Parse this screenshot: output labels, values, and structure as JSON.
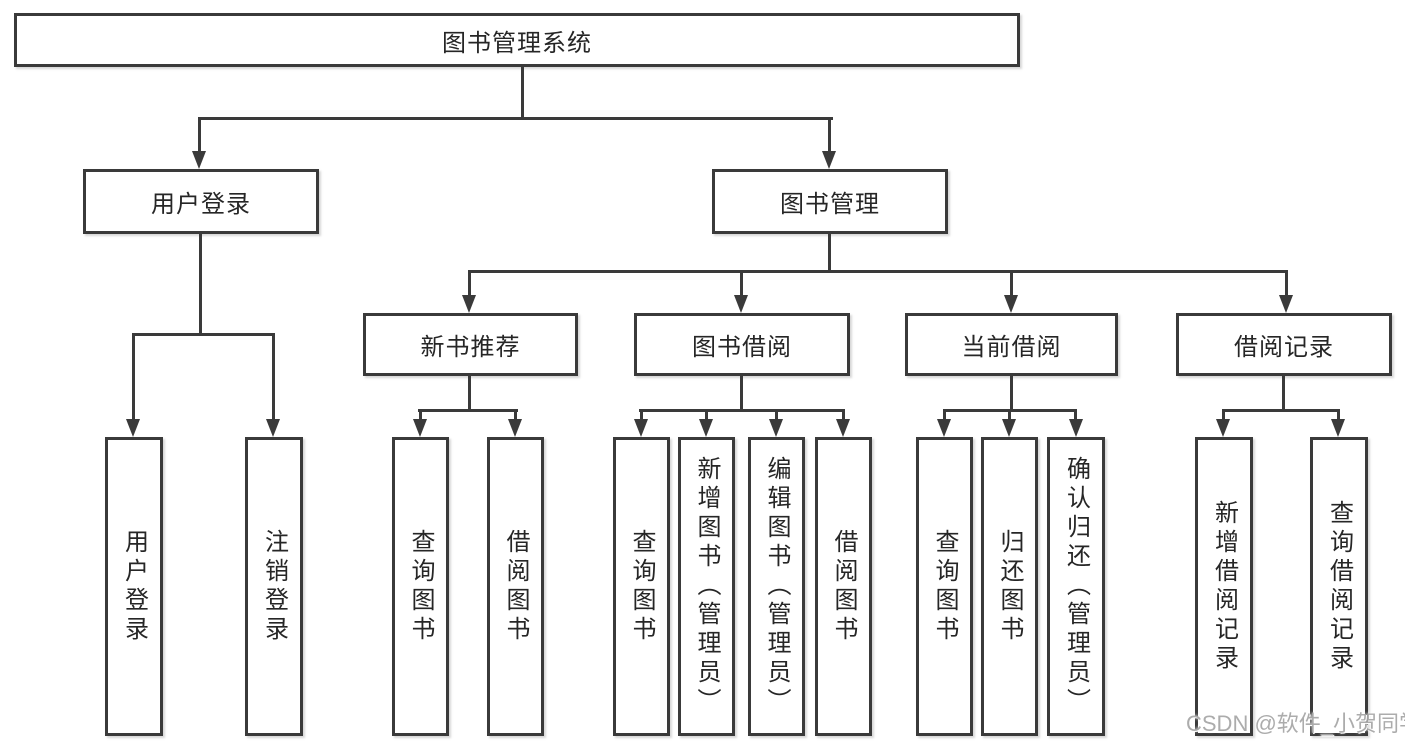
{
  "diagram": {
    "colors": {
      "line": "#3a3a3a",
      "text": "#262626",
      "background": "#ffffff",
      "watermark": "#a8a8a8"
    },
    "watermark": "CSDN @软件_小贺同学",
    "nodes": {
      "root": "图书管理系统",
      "user_login": "用户登录",
      "book_management": "图书管理",
      "login": "用户登录",
      "logout": "注销登录",
      "new_book_recommend": "新书推荐",
      "book_borrowing": "图书借阅",
      "current_borrowing": "当前借阅",
      "borrowing_records": "借阅记录",
      "nbr_query_books": "查询图书",
      "nbr_borrow_books": "借阅图书",
      "bb_query_books": "查询图书",
      "bb_add_books": "新增图书（管理员）",
      "bb_edit_books": "编辑图书（管理员）",
      "bb_borrow_books": "借阅图书",
      "cb_query_books": "查询图书",
      "cb_return_books": "归还图书",
      "cb_confirm_return": "确认归还（管理员）",
      "br_add_record": "新增借阅记录",
      "br_query_record": "查询借阅记录"
    }
  }
}
